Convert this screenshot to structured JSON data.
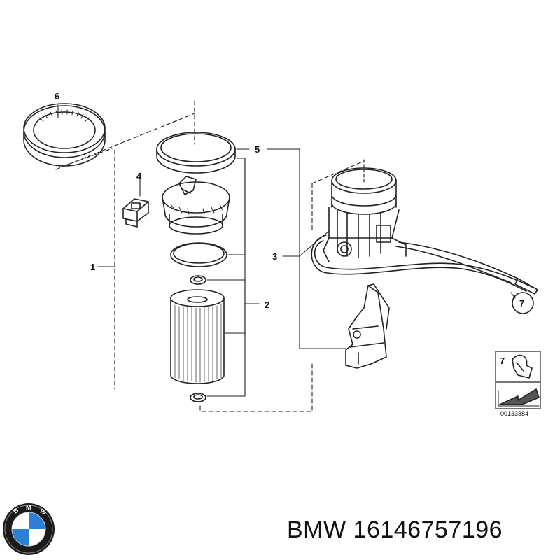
{
  "callouts": {
    "c1": "1",
    "c2": "2",
    "c3": "3",
    "c4": "4",
    "c5": "5",
    "c6": "6",
    "c7": "7",
    "c7_inset": "7"
  },
  "inset": {
    "ref_code": "00133384"
  },
  "logo": {
    "letters": "BMW",
    "colors": {
      "ring": "#1a1a1a",
      "blue": "#2a7fd6",
      "white": "#ffffff"
    }
  },
  "caption": {
    "brand": "BMW",
    "part_number": "16146757196"
  }
}
